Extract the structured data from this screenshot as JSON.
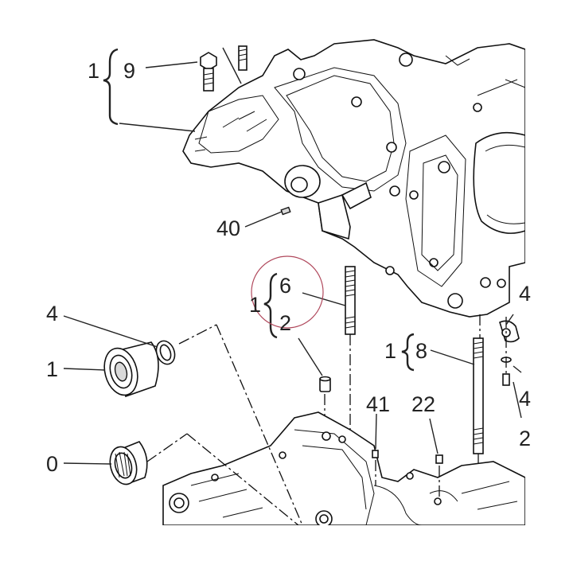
{
  "callouts": {
    "group_top_qty": "1",
    "bolt_top": "9",
    "pin_40": "40",
    "group_mid_qty": "1",
    "stud_6": "6",
    "dowel_2": "2",
    "group_right_qty": "1",
    "stud_8": "8",
    "seal_4": "4",
    "bearing_1": "1",
    "needle_bearing_0": "0",
    "dowel_41": "41",
    "dowel_22": "22",
    "right_edge_4a": "4",
    "right_edge_4b": "4",
    "right_edge_2": "2"
  },
  "colors": {
    "ink": "#111111",
    "highlight_circle": "#b0485c",
    "shade": "#d9d9d9"
  }
}
